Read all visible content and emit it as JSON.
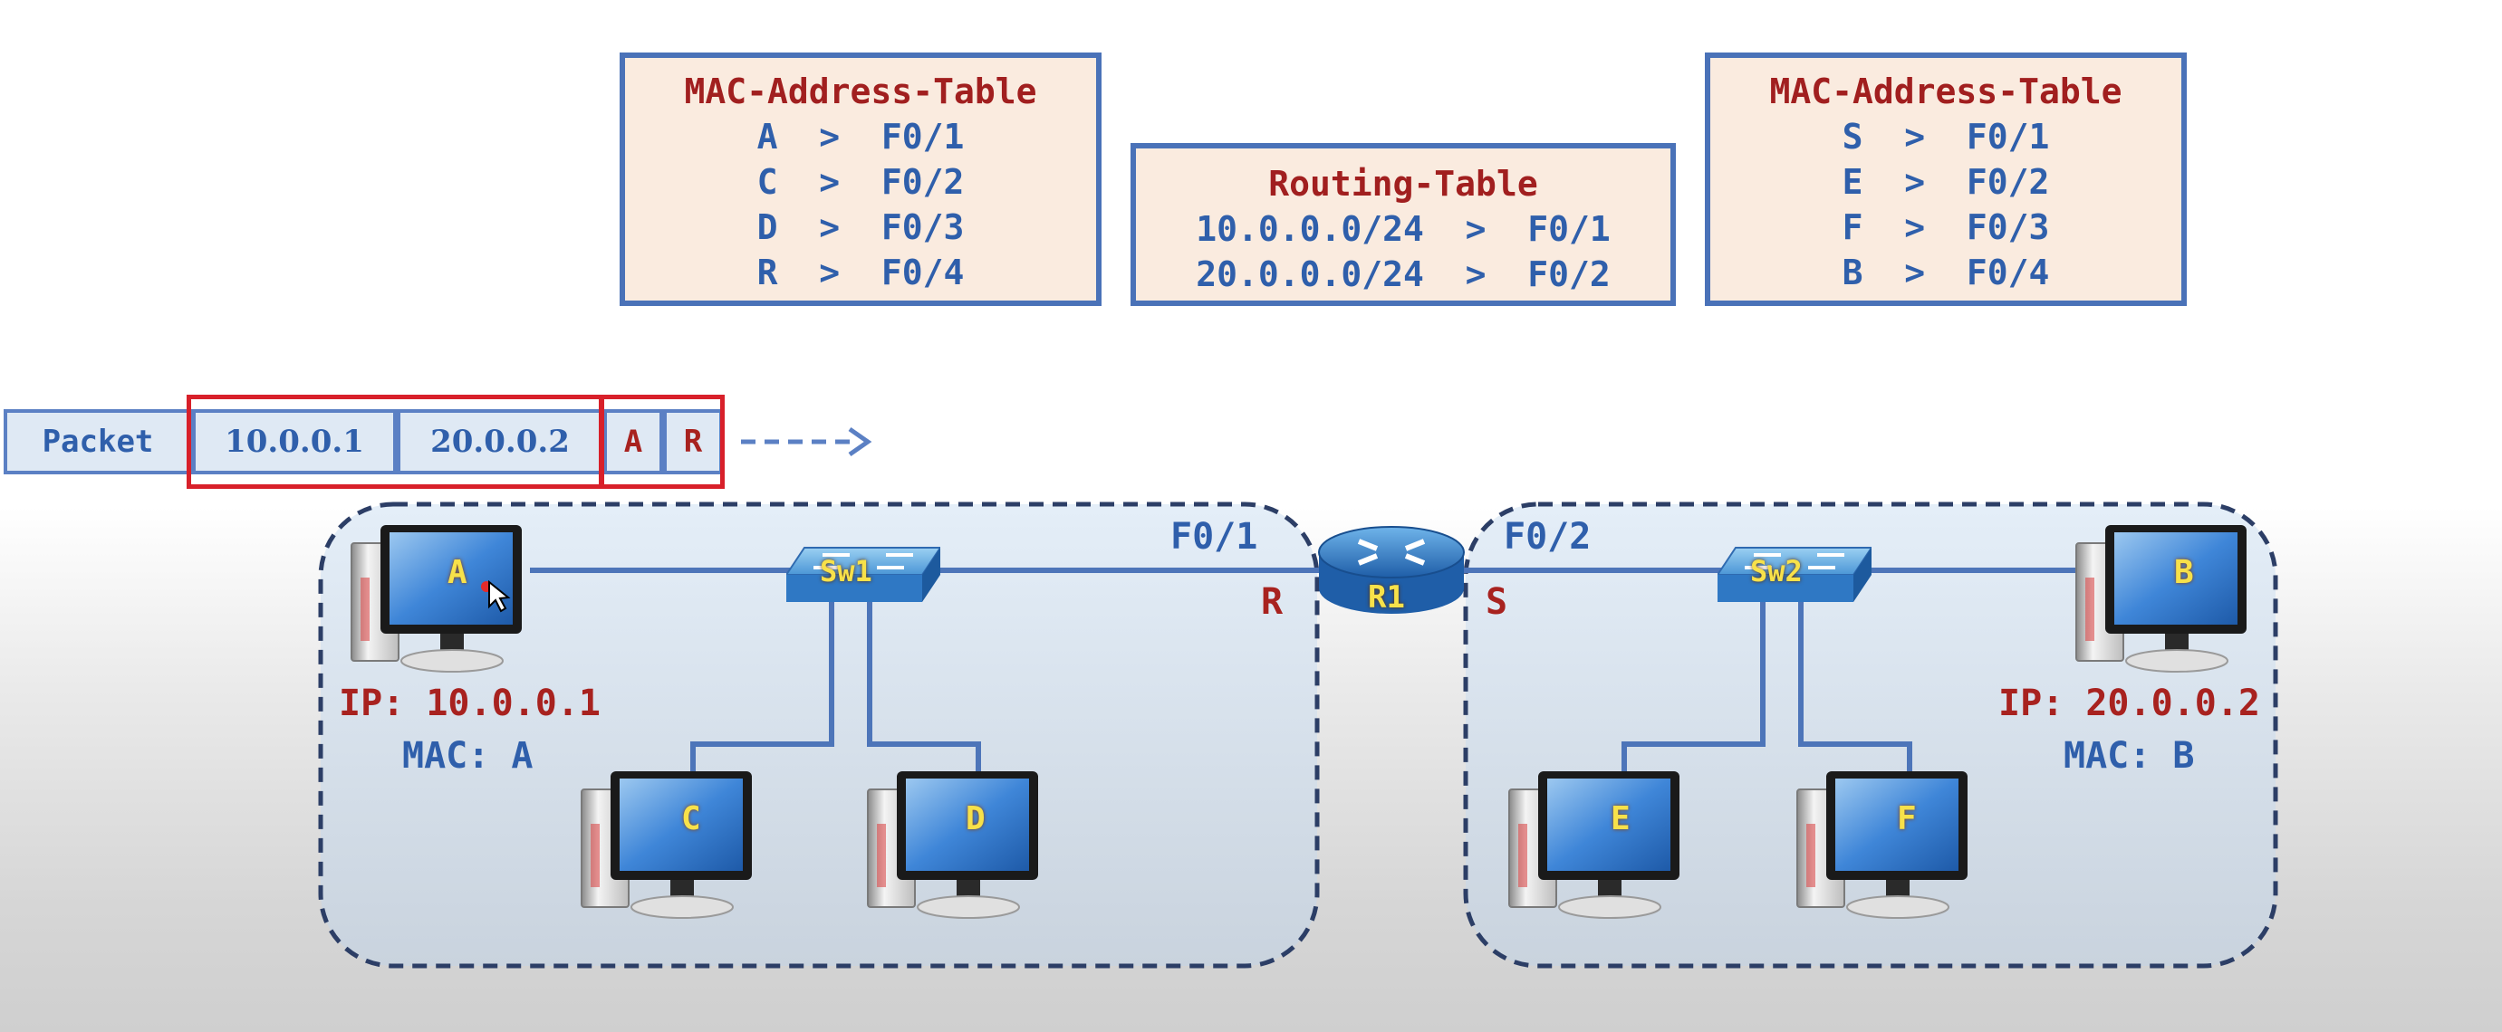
{
  "sw1_table": {
    "title": "MAC-Address-Table",
    "rows": [
      "A  >  F0/1",
      "C  >  F0/2",
      "D  >  F0/3",
      "R  >  F0/4"
    ]
  },
  "router_table": {
    "title": "Routing-Table",
    "rows": [
      "10.0.0.0/24  >  F0/1",
      "20.0.0.0/24  >  F0/2"
    ]
  },
  "sw2_table": {
    "title": "MAC-Address-Table",
    "rows": [
      "S  >  F0/1",
      "E  >  F0/2",
      "F  >  F0/3",
      "B  >  F0/4"
    ]
  },
  "packet": {
    "label": "Packet",
    "src_ip": "10.0.0.1",
    "dst_ip": "20.0.0.2",
    "src_mac": "A",
    "dst_mac": "R"
  },
  "devices": {
    "router": "R1",
    "switch1": "Sw1",
    "switch2": "Sw2",
    "pc_a": "A",
    "pc_b": "B",
    "pc_c": "C",
    "pc_d": "D",
    "pc_e": "E",
    "pc_f": "F"
  },
  "ports": {
    "r_f01": "F0/1",
    "r_f02": "F0/2",
    "r_left_mac": "R",
    "r_right_mac": "S"
  },
  "hosts": {
    "a_ip": "IP: 10.0.0.1",
    "a_mac": "MAC: A",
    "b_ip": "IP: 20.0.0.2",
    "b_mac": "MAC: B"
  },
  "colors": {
    "table_border": "#4a72b8",
    "table_fill": "#faebdf",
    "title_red": "#a11f1f",
    "text_blue": "#2f5fab",
    "highlight_red": "#d8202a"
  }
}
